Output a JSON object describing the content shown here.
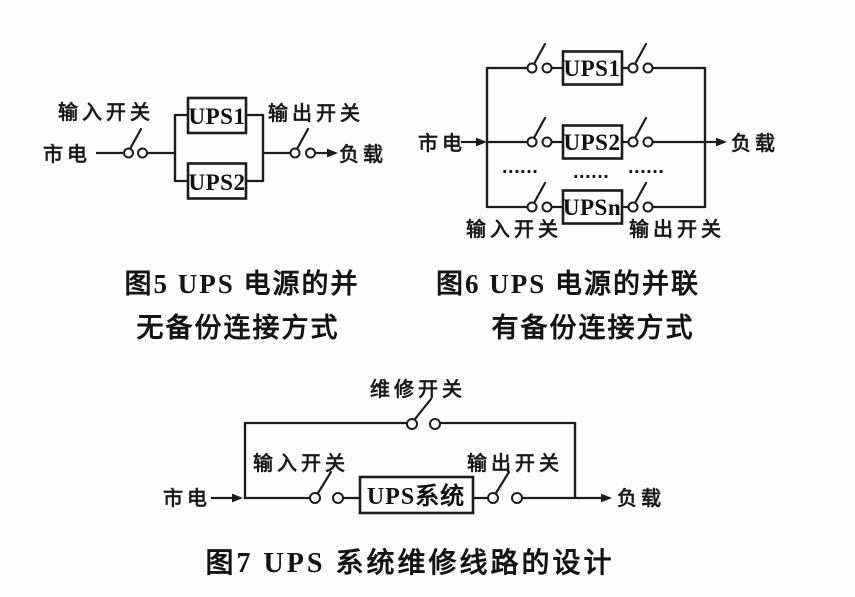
{
  "page": {
    "background": "#fdfdfd",
    "ink_color": "#1c1c1c"
  },
  "figure5": {
    "labels": {
      "input_switch": "输入开关",
      "mains": "市电",
      "ups1": "UPS1",
      "ups2": "UPS2",
      "output_switch": "输出开关",
      "load": "负载"
    },
    "caption_line1": "图5  UPS 电源的并",
    "caption_line2": "无备份连接方式"
  },
  "figure6": {
    "labels": {
      "mains": "市电",
      "ups1": "UPS1",
      "ups2": "UPS2",
      "upsn": "UPSn",
      "ellipsis": "......",
      "input_switch": "输入开关",
      "output_switch": "输出开关",
      "load": "负载"
    },
    "caption_line1": "图6  UPS 电源的并联",
    "caption_line2": "有备份连接方式"
  },
  "figure7": {
    "labels": {
      "maintenance_switch": "维修开关",
      "mains": "市电",
      "input_switch": "输入开关",
      "ups_system": "UPS系统",
      "output_switch": "输出开关",
      "load": "负载"
    },
    "caption": "图7  UPS 系统维修线路的设计"
  }
}
